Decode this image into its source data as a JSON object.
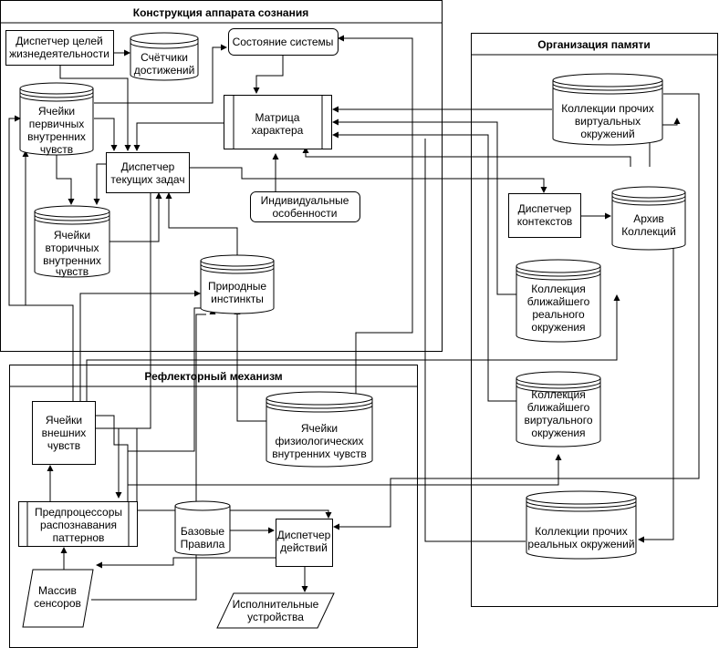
{
  "containers": {
    "consciousness": "Конструкция аппарата сознания",
    "memory": "Организация памяти",
    "reflex": "Рефлекторный механизм"
  },
  "nodes": {
    "life_goals_dispatcher": [
      "Диспетчер целей",
      "жизнедеятельности"
    ],
    "achievement_counters": [
      "Счётчики",
      "достижений"
    ],
    "system_state": [
      "Состояние системы"
    ],
    "primary_internal_cells": [
      "Ячейки",
      "первичных",
      "внутренних",
      "чувств"
    ],
    "character_matrix": [
      "Матрица",
      "характера"
    ],
    "current_tasks_dispatcher": [
      "Диспетчер",
      "текущих задач"
    ],
    "individual_traits": [
      "Индивидуальные",
      "особенности"
    ],
    "secondary_internal_cells": [
      "Ячейки",
      "вторичных",
      "внутренних",
      "чувств"
    ],
    "natural_instincts": [
      "Природные",
      "инстинкты"
    ],
    "virtual_env_collections": [
      "Коллекции прочих",
      "виртуальных",
      "окружений"
    ],
    "context_dispatcher": [
      "Диспетчер",
      "контекстов"
    ],
    "collections_archive": [
      "Архив",
      "Коллекций"
    ],
    "nearest_real_env": [
      "Коллекция",
      "ближайшего",
      "реального",
      "окружения"
    ],
    "nearest_virtual_env": [
      "Коллекция",
      "ближайшего",
      "виртуального",
      "окружения"
    ],
    "external_sense_cells": [
      "Ячейки",
      "внешних",
      "чувств"
    ],
    "physiological_cells": [
      "Ячейки",
      "физиологических",
      "внутренних чувств"
    ],
    "pattern_preprocessors": [
      "Предпроцессоры",
      "распознавания",
      "паттернов"
    ],
    "base_rules": [
      "Базовые",
      "Правила"
    ],
    "action_dispatcher": [
      "Диспетчер",
      "действий"
    ],
    "sensor_array": [
      "Массив",
      "сенсоров"
    ],
    "actuators": [
      "Исполнительные",
      "устройства"
    ],
    "real_env_collections": [
      "Коллекции прочих",
      "реальных окружений"
    ]
  }
}
